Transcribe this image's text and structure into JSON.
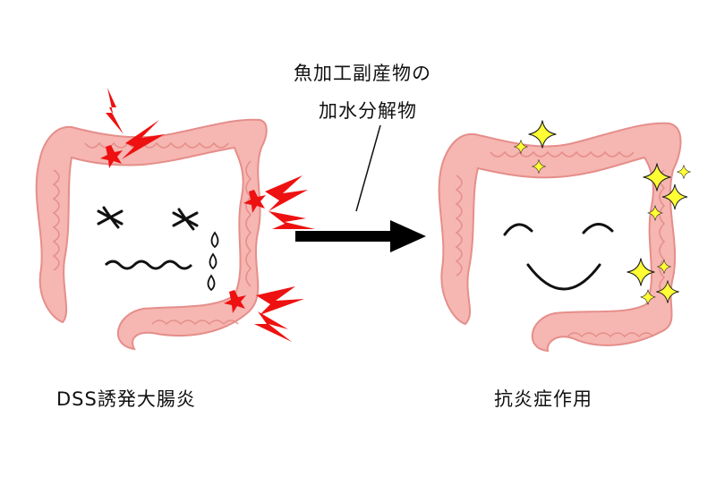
{
  "process": {
    "line1": "魚加工副産物の",
    "line2": "加水分解物"
  },
  "left_caption": "DSS誘発大腸炎",
  "right_caption": "抗炎症作用",
  "colors": {
    "intestine_fill": "#f6b6b2",
    "intestine_stroke": "#e58e8a",
    "pain_bolt": "#ee1111",
    "sparkle": "#ffff33",
    "arrow": "#000000"
  },
  "icons": {
    "left": [
      "sad-colon-illustration",
      "lightning-bolt-icon",
      "tear-drop-icon"
    ],
    "right": [
      "happy-colon-illustration",
      "sparkle-icon"
    ]
  }
}
